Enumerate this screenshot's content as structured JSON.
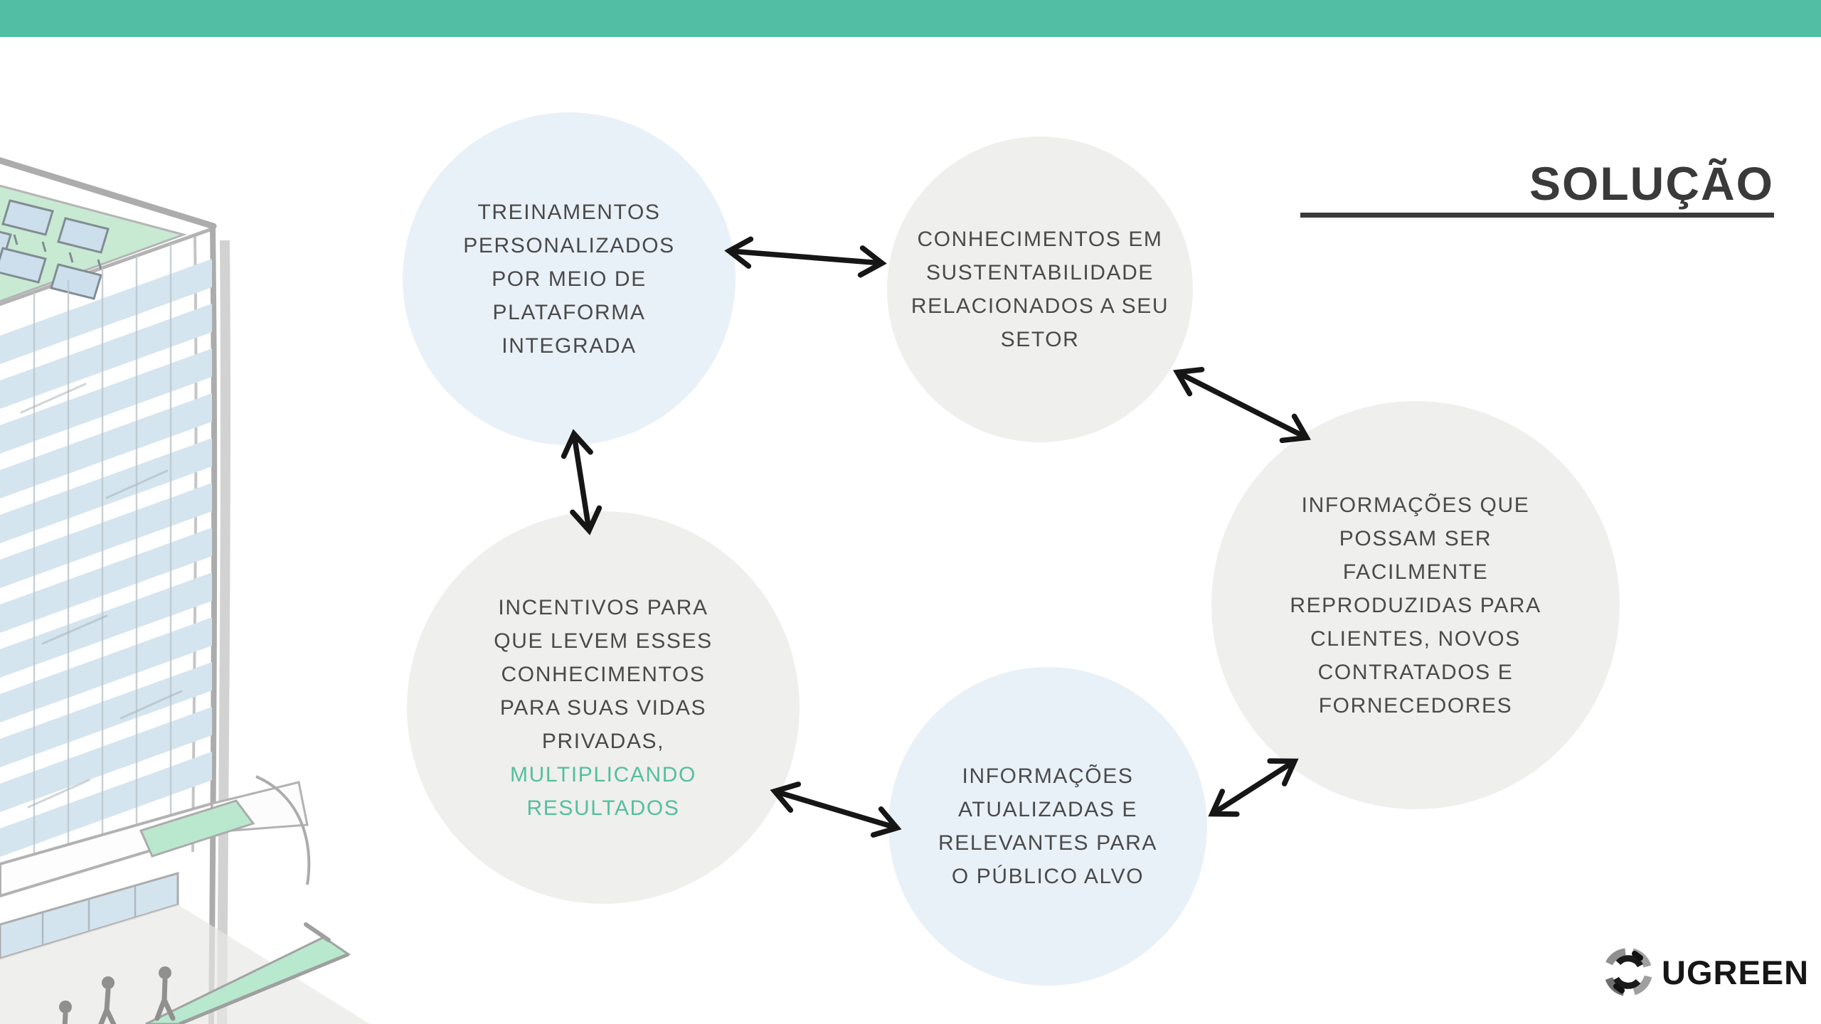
{
  "slide": {
    "title": "SOLUÇÃO",
    "top_bar_color": "#52BFA4",
    "background_color": "#FFFFFF",
    "accent_color": "#54BF9F",
    "text_color": "#4A4A4A",
    "title_color": "#3A3A3A",
    "arrow_color": "#161616",
    "circle_fill_blue": "#E9F1F8",
    "circle_fill_gray": "#EFEFED"
  },
  "circles": [
    {
      "id": "treinamentos",
      "fill": "blue",
      "lines": [
        "TREINAMENTOS",
        "PERSONALIZADOS",
        "POR MEIO DE",
        "PLATAFORMA",
        "INTEGRADA"
      ]
    },
    {
      "id": "conhecimentos",
      "fill": "gray",
      "lines": [
        "CONHECIMENTOS EM",
        "SUSTENTABILIDADE",
        "RELACIONADOS A SEU",
        "SETOR"
      ]
    },
    {
      "id": "informacoes-reproduzidas",
      "fill": "gray",
      "lines": [
        "INFORMAÇÕES QUE",
        "POSSAM SER",
        "FACILMENTE",
        "REPRODUZIDAS PARA",
        "CLIENTES, NOVOS",
        "CONTRATADOS E",
        "FORNECEDORES"
      ]
    },
    {
      "id": "incentivos",
      "fill": "gray",
      "lines": [
        "INCENTIVOS PARA",
        "QUE LEVEM ESSES",
        "CONHECIMENTOS",
        "PARA SUAS VIDAS",
        "PRIVADAS,"
      ],
      "highlight_lines": [
        "MULTIPLICANDO",
        "RESULTADOS"
      ]
    },
    {
      "id": "informacoes-atualizadas",
      "fill": "blue",
      "lines": [
        "INFORMAÇÕES",
        "ATUALIZADAS E",
        "RELEVANTES PARA",
        "O PÚBLICO ALVO"
      ]
    }
  ],
  "connections": [
    "treinamentos <-> conhecimentos",
    "conhecimentos <-> informacoes-reproduzidas",
    "treinamentos <-> incentivos",
    "incentivos <-> informacoes-atualizadas",
    "informacoes-atualizadas <-> informacoes-reproduzidas"
  ],
  "logo": {
    "text": "UGREEN",
    "icon": "ugreen-circular-swirl-icon"
  },
  "illustration": {
    "name": "green-building-sketch",
    "features": "solar panels on green roof, glass facade, plaza with planters and pedestrians"
  }
}
